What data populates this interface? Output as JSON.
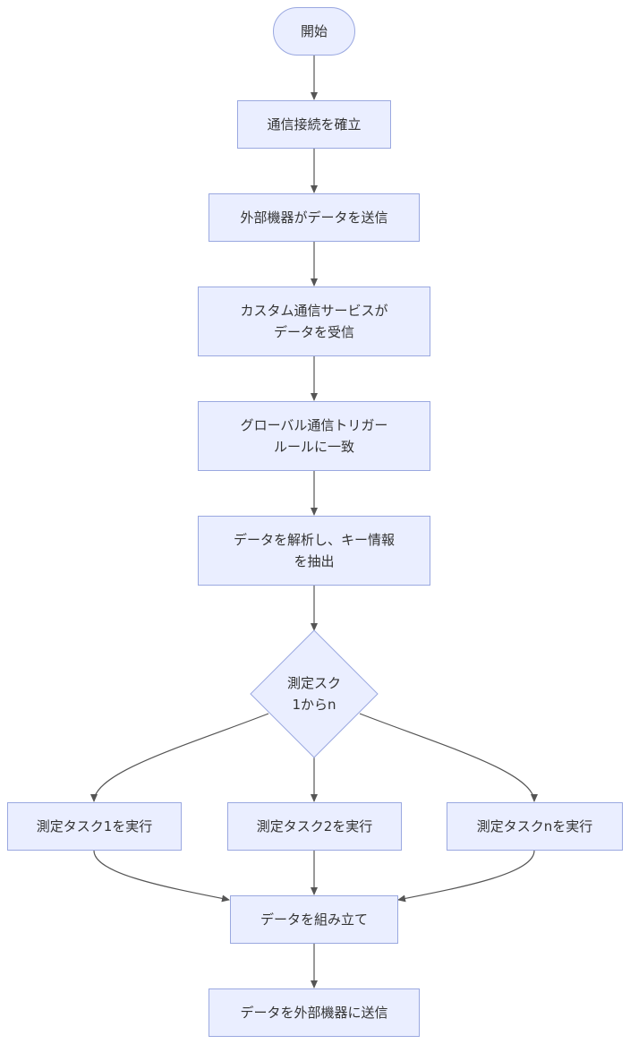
{
  "colors": {
    "node_fill": "#eaeeff",
    "node_stroke": "#9aa8e0",
    "edge": "#555555",
    "text": "#333333"
  },
  "nodes": {
    "start": "開始",
    "establish_connection": "通信接続を確立",
    "device_sends_data": "外部機器がデータを送信",
    "service_receives": "カスタム通信サービスが\nデータを受信",
    "trigger_rule_match": "グローバル通信トリガー\nルールに一致",
    "parse_extract": "データを解析し、キー情報\nを抽出",
    "measurement_decision": "測定スク\n1からn",
    "task_1": "測定タスク1を実行",
    "task_2": "測定タスク2を実行",
    "task_n": "測定タスクnを実行",
    "assemble_data": "データを組み立て",
    "send_to_device": "データを外部機器に送信"
  }
}
